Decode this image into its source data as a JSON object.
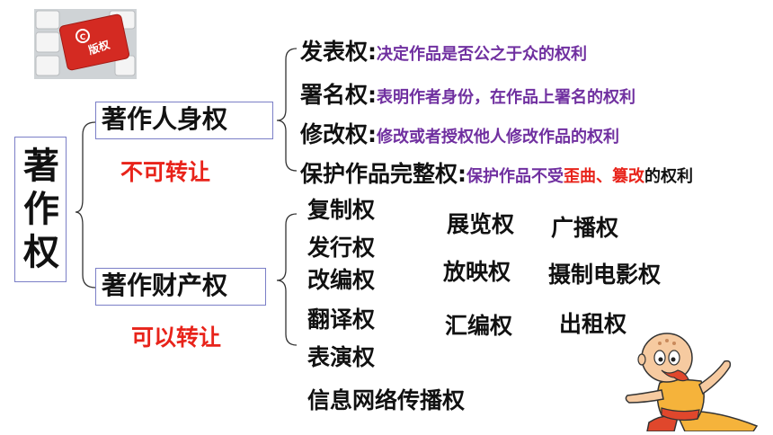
{
  "root": {
    "label": "著作权",
    "chars": [
      "著",
      "作",
      "权"
    ]
  },
  "personal": {
    "label": "著作人身权",
    "note": "不可转让",
    "rights": [
      {
        "name": "发表权",
        "colon": ":",
        "desc": "决定作品是否公之于众的权利"
      },
      {
        "name": "署名权",
        "colon": ":",
        "desc": "表明作者身份，在作品上署名的权利"
      },
      {
        "name": "修改权",
        "colon": ":",
        "desc": "修改或者授权他人修改作品的权利"
      },
      {
        "name": "保护作品完整权",
        "colon": ":",
        "desc_parts": [
          "保护作品不受",
          "歪曲",
          "、",
          "篡改",
          "的权利"
        ]
      }
    ]
  },
  "property": {
    "label": "著作财产权",
    "note": "可以转让",
    "rights": [
      "复制权",
      "发行权",
      "改编权",
      "翻译权",
      "表演权",
      "信息网络传播权",
      "展览权",
      "放映权",
      "汇编权",
      "广播权",
      "摄制电影权",
      "出租权"
    ]
  },
  "icons": {
    "keyboard": "copyright-key-icon",
    "key_text": "版权",
    "mascot": "monk-cartoon-icon"
  },
  "colors": {
    "box_border": "#7b7fc7",
    "purple_text": "#7030a0",
    "red_text": "#e8231a",
    "key_red": "#d42a22"
  }
}
